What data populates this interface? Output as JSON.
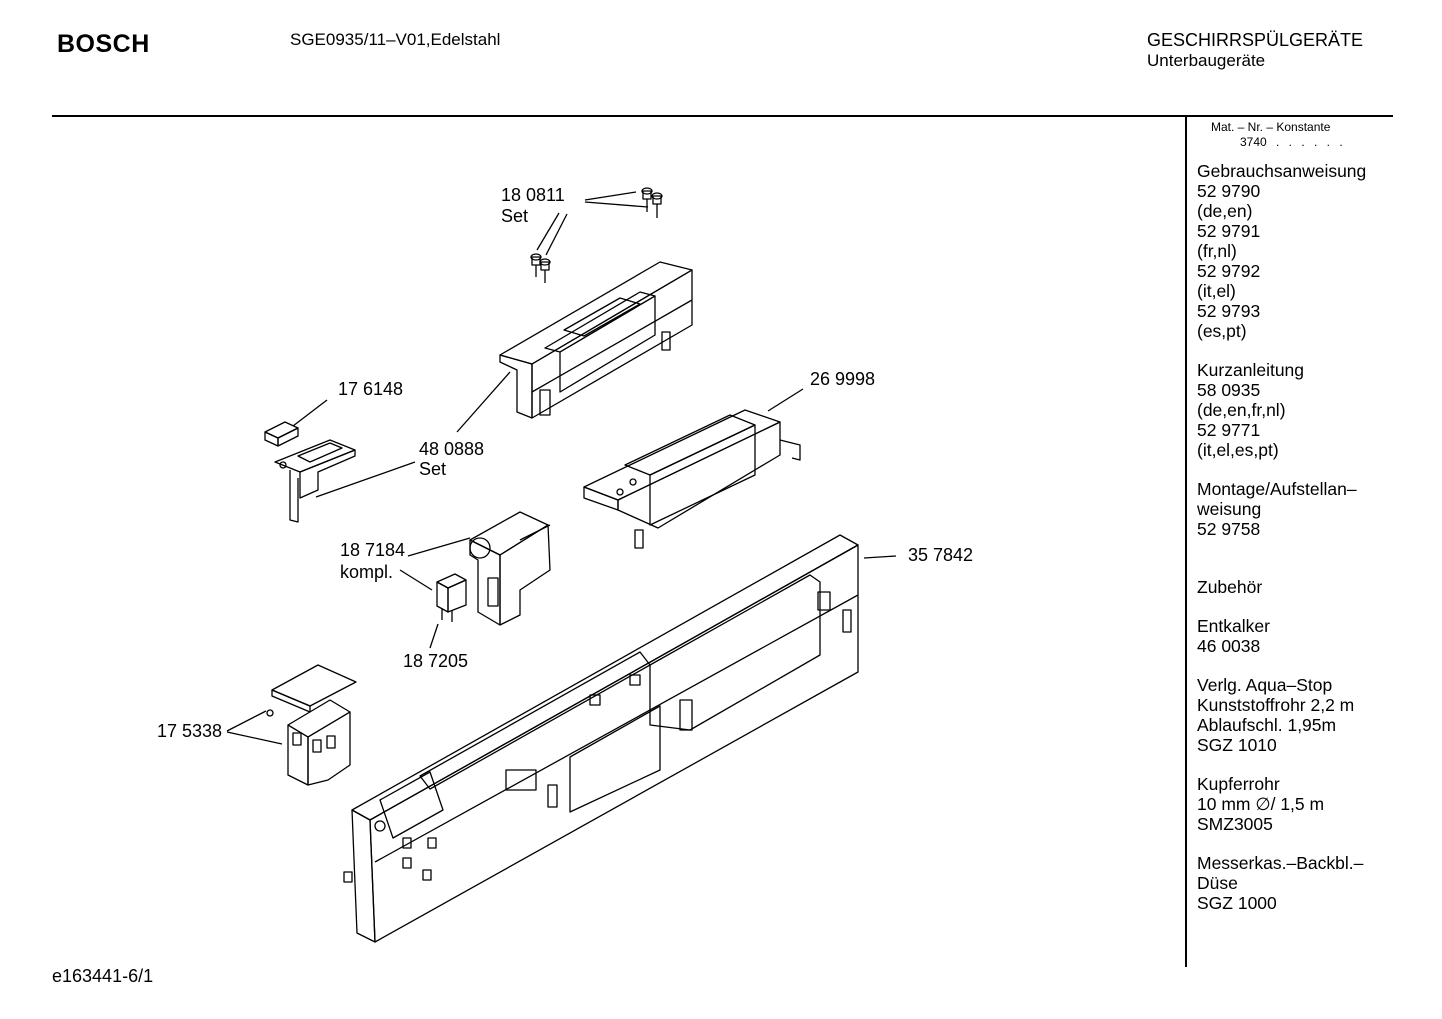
{
  "header": {
    "brand": "BOSCH",
    "model": "SGE0935/11–V01,Edelstahl",
    "category": "GESCHIRRSPÜLGERÄTE",
    "subcategory": "Unterbaugeräte"
  },
  "sidebar": {
    "mat_label": "Mat. – Nr. – Konstante",
    "mat_value": "3740",
    "mat_dots": ". . . . . .",
    "lines": {
      "l1": "Gebrauchsanweisung",
      "l2": "52 9790",
      "l3": "(de,en)",
      "l4": "52 9791",
      "l5": "(fr,nl)",
      "l6": "52 9792",
      "l7": "(it,el)",
      "l8": "52 9793",
      "l9": "(es,pt)",
      "l10": "Kurzanleitung",
      "l11": "58 0935",
      "l12": "(de,en,fr,nl)",
      "l13": "52 9771",
      "l14": "(it,el,es,pt)",
      "l15": "Montage/Aufstellan–",
      "l16": "weisung",
      "l17": "52 9758",
      "l18": "Zubehör",
      "l19": "Entkalker",
      "l20": "46 0038",
      "l21": "Verlg. Aqua–Stop",
      "l22": "Kunststoffrohr 2,2 m",
      "l23": "Ablaufschl. 1,95m",
      "l24": "SGZ 1010",
      "l25": "Kupferrohr",
      "l26": "10 mm ∅/ 1,5 m",
      "l27": "SMZ3005",
      "l28": "Messerkas.–Backbl.–",
      "l29": "Düse",
      "l30": "SGZ 1000"
    }
  },
  "diagram": {
    "parts": {
      "p180811": "18 0811",
      "p180811_note": "Set",
      "p176148": "17 6148",
      "p480888": "48 0888",
      "p480888_note": "Set",
      "p269998": "26 9998",
      "p187184": "18 7184",
      "p187184_note": "kompl.",
      "p357842": "35 7842",
      "p187205": "18 7205",
      "p175338": "17 5338"
    }
  },
  "footer": {
    "code": "e163441-6/1"
  }
}
